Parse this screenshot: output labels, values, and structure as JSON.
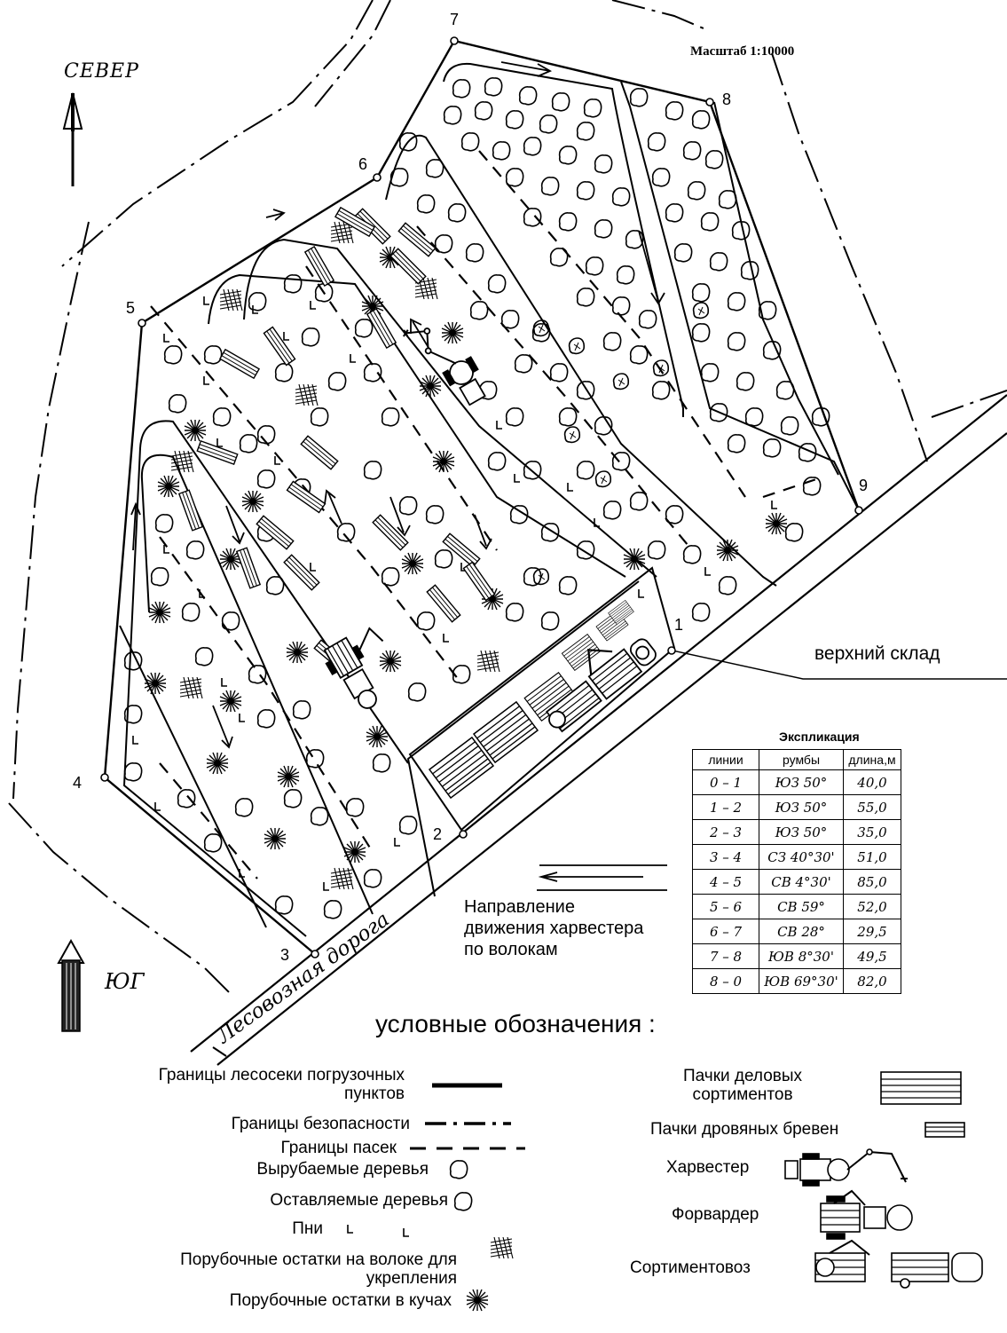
{
  "scale_label": "Масштаб 1:10000",
  "north_label": "СЕВЕР",
  "south_label": "ЮГ",
  "road_label": "Лесовозная дорога",
  "warehouse_label": "верхний склад",
  "direction_label": [
    "Направление",
    "движения харвестера",
    "по волокам"
  ],
  "points": [
    "1",
    "2",
    "3",
    "4",
    "5",
    "6",
    "7",
    "8",
    "9"
  ],
  "explication": {
    "title": "Экспликация",
    "headers": [
      "линии",
      "румбы",
      "длина,м"
    ],
    "rows": [
      [
        "0 – 1",
        "ЮЗ 50°",
        "40,0"
      ],
      [
        "1 – 2",
        "ЮЗ 50°",
        "55,0"
      ],
      [
        "2 – 3",
        "ЮЗ 50°",
        "35,0"
      ],
      [
        "3 – 4",
        "СЗ 40°30'",
        "51,0"
      ],
      [
        "4 – 5",
        "СВ 4°30'",
        "85,0"
      ],
      [
        "5 – 6",
        "СВ 59°",
        "52,0"
      ],
      [
        "6 – 7",
        "СВ 28°",
        "29,5"
      ],
      [
        "7 – 8",
        "ЮВ 8°30'",
        "49,5"
      ],
      [
        "8 – 0",
        "ЮВ 69°30'",
        "82,0"
      ]
    ]
  },
  "legend": {
    "title": "условные обозначения :",
    "left": [
      [
        "Границы лесосеки погрузочных",
        "пунктов"
      ],
      [
        "Границы безопасности"
      ],
      [
        "Границы пасек"
      ],
      [
        "Вырубаемые деревья"
      ],
      [
        "Оставляемые деревья"
      ],
      [
        "Пни"
      ],
      [
        "Порубочные остатки на волоке для",
        "укрепления"
      ],
      [
        "Порубочные остатки в кучах"
      ]
    ],
    "right": [
      [
        "Пачки  деловых",
        "сортиментов"
      ],
      [
        "Пачки дровяных бревен"
      ],
      [
        "Харвестер"
      ],
      [
        "Форвардер"
      ],
      [
        "Сортиментовоз"
      ]
    ]
  }
}
